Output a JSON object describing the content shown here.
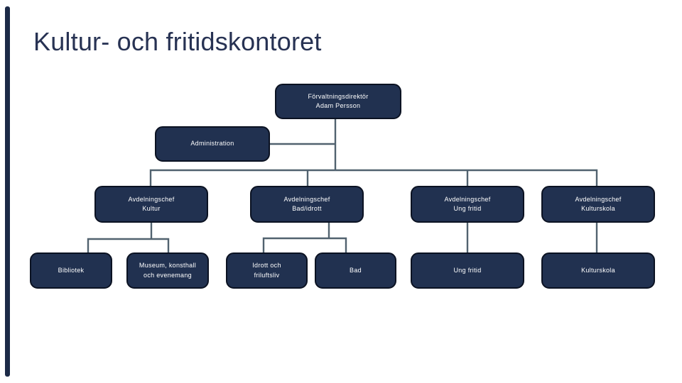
{
  "slide": {
    "title": "Kultur- och fritidskontoret"
  },
  "colors": {
    "background": "#ffffff",
    "title_text": "#273253",
    "node_fill": "#213150",
    "node_border": "#0b1222",
    "node_text": "#ffffff",
    "connector": "#51626f",
    "accent_bar": "#1c2a47"
  },
  "org_chart": {
    "director": {
      "label": "Förvaltningsdirektör\nAdam Persson"
    },
    "staff": {
      "label": "Administration"
    },
    "departments": [
      {
        "label": "Avdelningschef\nKultur"
      },
      {
        "label": "Avdelningschef\nBad/idrott"
      },
      {
        "label": "Avdelningschef\nUng fritid"
      },
      {
        "label": "Avdelningschef\nKulturskola"
      }
    ],
    "units": [
      {
        "label": "Bibliotek"
      },
      {
        "label": "Museum, konsthall\noch evenemang"
      },
      {
        "label": "Idrott och\nfriluftsliv"
      },
      {
        "label": "Bad"
      },
      {
        "label": "Ung fritid"
      },
      {
        "label": "Kulturskola"
      }
    ]
  }
}
